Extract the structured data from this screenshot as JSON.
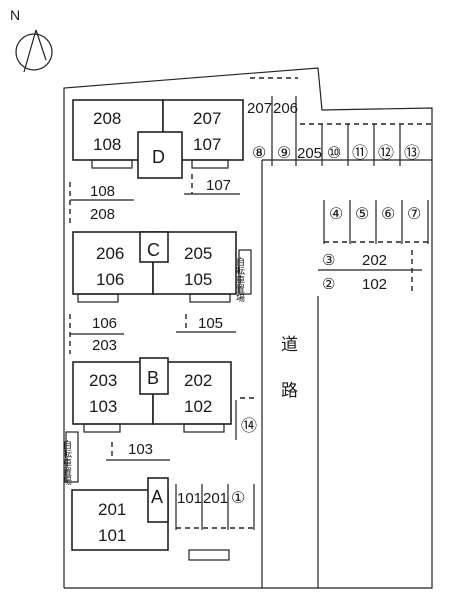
{
  "compass": {
    "label": "N"
  },
  "buildings": {
    "D": {
      "letter": "D",
      "left_upper": "208",
      "left_lower": "108",
      "right_upper": "207",
      "right_lower": "107"
    },
    "C": {
      "letter": "C",
      "left_upper": "206",
      "left_lower": "106",
      "right_upper": "205",
      "right_lower": "105"
    },
    "B": {
      "letter": "B",
      "left_upper": "203",
      "left_lower": "103",
      "right_upper": "202",
      "right_lower": "102"
    },
    "A": {
      "letter": "A",
      "upper": "201",
      "lower": "101"
    }
  },
  "road": {
    "char1": "道",
    "char2": "路"
  },
  "bicycle_parking": {
    "label": "自転車置場"
  },
  "parking_labels": {
    "top_207": "207",
    "top_206": "206",
    "top_205": "205",
    "side_108": "108",
    "side_208": "208",
    "side_107": "107",
    "side_106": "106",
    "side_203": "203",
    "side_105": "105",
    "side_103": "103",
    "bottom_101": "101",
    "bottom_201": "201",
    "right_202": "202",
    "right_102": "102"
  },
  "spaces": {
    "s1": "①",
    "s2": "②",
    "s3": "③",
    "s4": "④",
    "s5": "⑤",
    "s6": "⑥",
    "s7": "⑦",
    "s8": "⑧",
    "s9": "⑨",
    "s10": "⑩",
    "s11": "⑪",
    "s12": "⑫",
    "s13": "⑬",
    "s14": "⑭"
  }
}
